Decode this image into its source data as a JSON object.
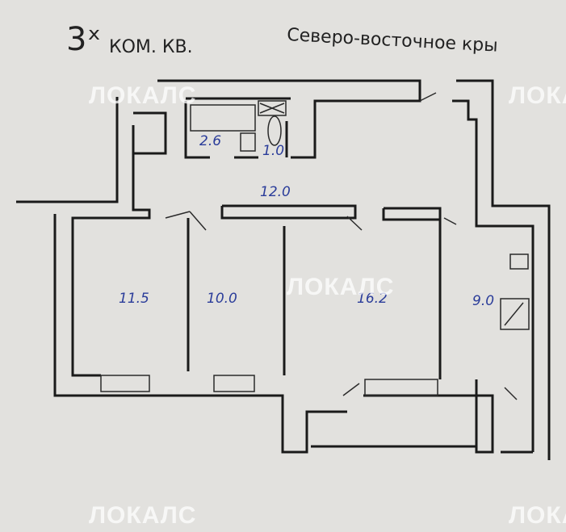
{
  "header": {
    "rooms_count": "3ˣ",
    "apartment_type": "КОМ. КВ.",
    "wing": "Северо-восточное кры"
  },
  "rooms": [
    {
      "id": "bath",
      "area": "2.6"
    },
    {
      "id": "wc",
      "area": "1.0"
    },
    {
      "id": "hall",
      "area": "12.0"
    },
    {
      "id": "room1",
      "area": "11.5"
    },
    {
      "id": "room2",
      "area": "10.0"
    },
    {
      "id": "room3",
      "area": "16.2"
    },
    {
      "id": "kitchen",
      "area": "9.0"
    }
  ],
  "watermark": "ЛОКАЛС"
}
